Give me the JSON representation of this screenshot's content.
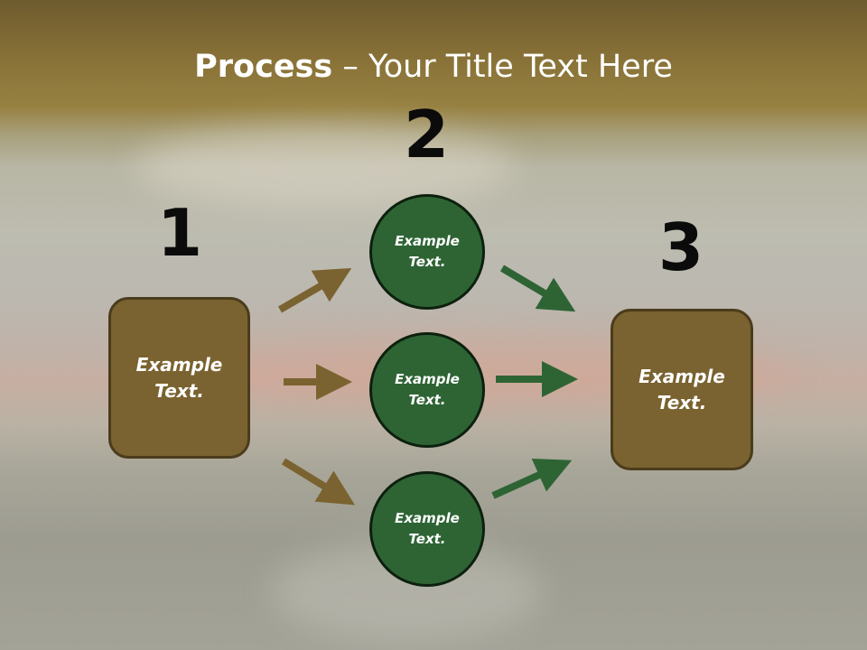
{
  "title": {
    "bold": "Process",
    "rest": " – Your Title Text Here"
  },
  "steps": {
    "n1": "1",
    "n2": "2",
    "n3": "3"
  },
  "boxes": {
    "left": "Example\nText.",
    "right": "Example\nText."
  },
  "circles": [
    "Example\nText.",
    "Example\nText.",
    "Example\nText."
  ],
  "colors": {
    "box_fill": "#7a6330",
    "circle_fill": "#2e6434",
    "arrow_brown": "#7a6330",
    "arrow_green": "#2e6434"
  }
}
